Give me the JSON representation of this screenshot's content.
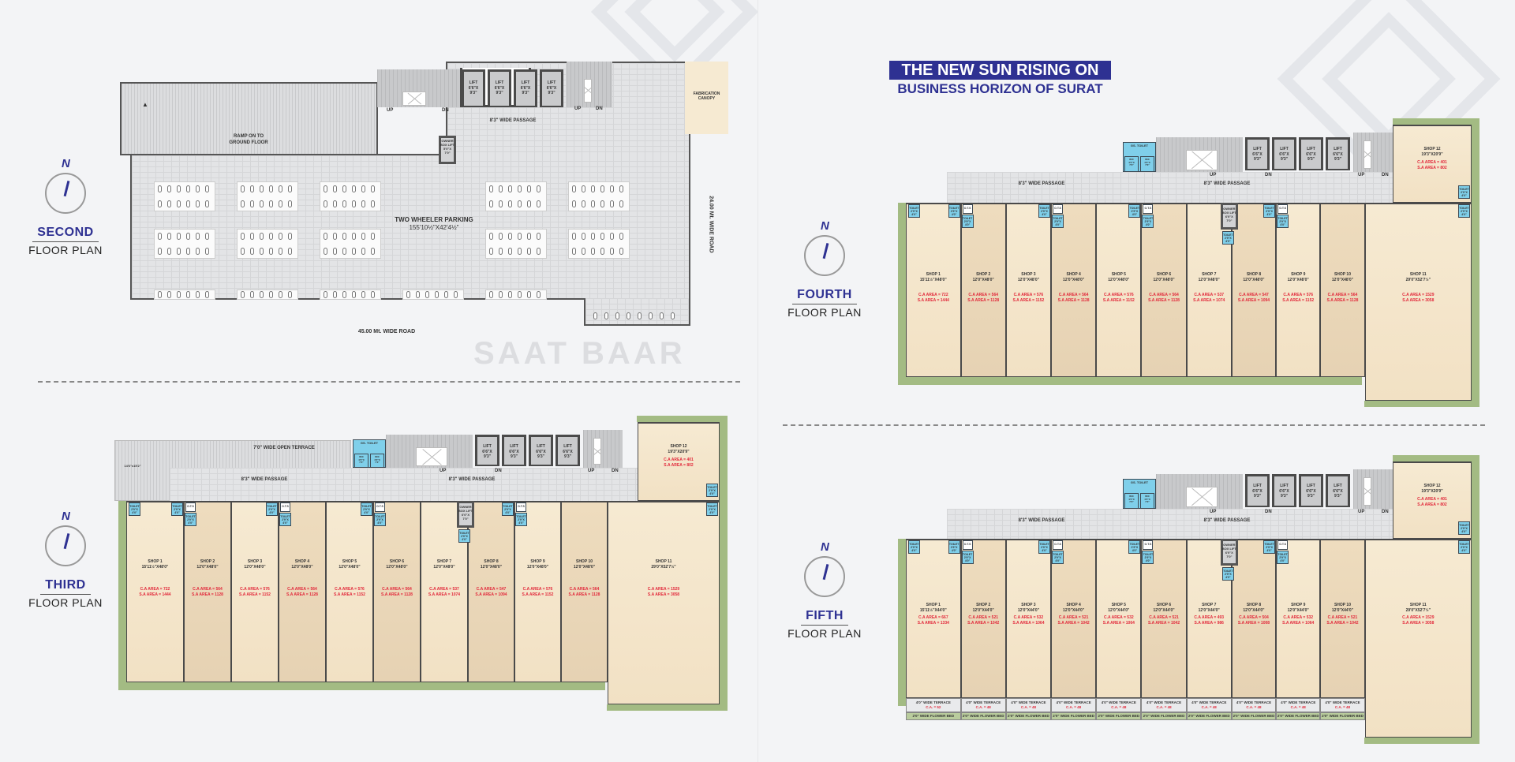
{
  "header": {
    "line1": "THE NEW SUN RISING ON",
    "line2": "BUSINESS HORIZON OF SURAT"
  },
  "colors": {
    "brand": "#2e3192",
    "area_text": "#e2293b",
    "toilet": "#7fcfea",
    "wall_green": "#a3bb83",
    "shop": "#f2e1c4"
  },
  "watermark": "SAAT BAAR",
  "common": {
    "compass": "N",
    "up": "UP",
    "dn": "DN",
    "lift_label": "LIFT",
    "lift_size": "6'6\"X\n9'3\"",
    "passage": "8'3\" WIDE PASSAGE",
    "toilet": "TOILET\n2'9\"X\n4'0\"",
    "ots": "O.T.S",
    "gs_toilet": "GS. TOILET",
    "wc": "W/C\n4'0\"X\n7'3\""
  },
  "second_floor": {
    "title": "SECOND",
    "subtitle": "FLOOR PLAN",
    "ramp_label": "RAMP ON TO\nGROUND FLOOR",
    "parking_label": "TWO WHEELER PARKING",
    "parking_size": "155'10½\"X42'4½\"",
    "owner_lift": "OWNER\nBOX LIFT\n5'0\"X\n7'0\"",
    "canopy": "FABRICATION\nCANOPY",
    "road_bottom": "45.00 Mt. WIDE ROAD",
    "road_right": "24.00 Mt. WIDE ROAD"
  },
  "third_floor": {
    "title": "THIRD",
    "subtitle": "FLOOR PLAN",
    "open_terrace": "7'0\" WIDE OPEN TERRACE",
    "terrace_size": "14'6\"x15'2\"",
    "owner_lift": "OWNER\nBOX LIFT\n6'0\"X\n7'0\"",
    "shop12": {
      "name": "SHOP 12",
      "size": "19'3\"X20'9\"",
      "ca": "C.A AREA = 401",
      "sa": "S.A AREA = 802"
    },
    "shops": [
      {
        "name": "SHOP 1",
        "size": "15'11½\"X48'0\"",
        "ca": "C.A AREA = 722",
        "sa": "S.A AREA = 1444"
      },
      {
        "name": "SHOP 2",
        "size": "12'0\"X48'0\"",
        "ca": "C.A AREA = 564",
        "sa": "S.A AREA = 1128"
      },
      {
        "name": "SHOP 3",
        "size": "12'0\"X48'0\"",
        "ca": "C.A AREA = 576",
        "sa": "S.A AREA = 1152"
      },
      {
        "name": "SHOP 4",
        "size": "12'0\"X48'0\"",
        "ca": "C.A AREA = 564",
        "sa": "S.A AREA = 1128"
      },
      {
        "name": "SHOP 5",
        "size": "12'0\"X48'0\"",
        "ca": "C.A AREA = 576",
        "sa": "S.A AREA = 1152"
      },
      {
        "name": "SHOP 6",
        "size": "12'0\"X48'0\"",
        "ca": "C.A AREA = 564",
        "sa": "S.A AREA = 1128"
      },
      {
        "name": "SHOP 7",
        "size": "12'0\"X48'0\"",
        "ca": "C.A AREA = 537",
        "sa": "S.A AREA = 1074"
      },
      {
        "name": "SHOP 8",
        "size": "12'0\"X48'0\"",
        "ca": "C.A AREA = 547",
        "sa": "S.A AREA = 1094"
      },
      {
        "name": "SHOP 9",
        "size": "12'0\"X48'0\"",
        "ca": "C.A AREA = 576",
        "sa": "S.A AREA = 1152"
      },
      {
        "name": "SHOP 10",
        "size": "12'0\"X48'0\"",
        "ca": "C.A AREA = 564",
        "sa": "S.A AREA = 1128"
      },
      {
        "name": "SHOP 11",
        "size": "29'0\"X52'7½\"",
        "ca": "C.A AREA = 1529",
        "sa": "S.A AREA = 3058"
      }
    ]
  },
  "fourth_floor": {
    "title": "FOURTH",
    "subtitle": "FLOOR PLAN",
    "owner_lift": "OWNER\nBOX LIFT\n6'0\"X\n7'0\"",
    "shop12": {
      "name": "SHOP 12",
      "size": "19'3\"X20'9\"",
      "ca": "C.A AREA = 401",
      "sa": "S.A AREA = 802"
    },
    "shops": [
      {
        "name": "SHOP 1",
        "size": "15'11½\"X48'0\"",
        "ca": "C.A AREA = 722",
        "sa": "S.A AREA = 1444"
      },
      {
        "name": "SHOP 2",
        "size": "12'0\"X48'0\"",
        "ca": "C.A AREA = 564",
        "sa": "S.A AREA = 1128"
      },
      {
        "name": "SHOP 3",
        "size": "12'0\"X48'0\"",
        "ca": "C.A AREA = 576",
        "sa": "S.A AREA = 1152"
      },
      {
        "name": "SHOP 4",
        "size": "12'0\"X48'0\"",
        "ca": "C.A AREA = 564",
        "sa": "S.A AREA = 1128"
      },
      {
        "name": "SHOP 5",
        "size": "12'0\"X48'0\"",
        "ca": "C.A AREA = 576",
        "sa": "S.A AREA = 1152"
      },
      {
        "name": "SHOP 6",
        "size": "12'0\"X48'0\"",
        "ca": "C.A AREA = 564",
        "sa": "S.A AREA = 1128"
      },
      {
        "name": "SHOP 7",
        "size": "12'0\"X48'0\"",
        "ca": "C.A AREA = 537",
        "sa": "S.A AREA = 1074"
      },
      {
        "name": "SHOP 8",
        "size": "12'0\"X48'0\"",
        "ca": "C.A AREA = 547",
        "sa": "S.A AREA = 1094"
      },
      {
        "name": "SHOP 9",
        "size": "12'0\"X48'0\"",
        "ca": "C.A AREA = 576",
        "sa": "S.A AREA = 1152"
      },
      {
        "name": "SHOP 10",
        "size": "12'0\"X48'0\"",
        "ca": "C.A AREA = 564",
        "sa": "S.A AREA = 1128"
      },
      {
        "name": "SHOP 11",
        "size": "29'0\"X52'7½\"",
        "ca": "C.A AREA = 1529",
        "sa": "S.A AREA = 3058"
      }
    ]
  },
  "fifth_floor": {
    "title": "FIFTH",
    "subtitle": "FLOOR PLAN",
    "owner_lift": "OWNER\nBOX LIFT\n6'0\"X\n7'0\"",
    "shop12": {
      "name": "SHOP 12",
      "size": "19'3\"X20'9\"",
      "ca": "C.A AREA = 401",
      "sa": "S.A AREA = 802"
    },
    "shops": [
      {
        "name": "SHOP 1",
        "size": "15'11½\"X44'0\"",
        "ca": "C.A AREA = 667",
        "sa": "S.A AREA = 1334"
      },
      {
        "name": "SHOP 2",
        "size": "12'0\"X44'0\"",
        "ca": "C.A AREA = 521",
        "sa": "S.A AREA = 1042"
      },
      {
        "name": "SHOP 3",
        "size": "12'0\"X44'0\"",
        "ca": "C.A AREA = 532",
        "sa": "S.A AREA = 1064"
      },
      {
        "name": "SHOP 4",
        "size": "12'0\"X44'0\"",
        "ca": "C.A AREA = 521",
        "sa": "S.A AREA = 1042"
      },
      {
        "name": "SHOP 5",
        "size": "12'0\"X44'0\"",
        "ca": "C.A AREA = 532",
        "sa": "S.A AREA = 1064"
      },
      {
        "name": "SHOP 6",
        "size": "12'0\"X44'0\"",
        "ca": "C.A AREA = 521",
        "sa": "S.A AREA = 1042"
      },
      {
        "name": "SHOP 7",
        "size": "12'0\"X44'0\"",
        "ca": "C.A AREA = 493",
        "sa": "S.A AREA = 986"
      },
      {
        "name": "SHOP 8",
        "size": "12'0\"X44'0\"",
        "ca": "C.A AREA = 504",
        "sa": "S.A AREA = 1008"
      },
      {
        "name": "SHOP 9",
        "size": "12'0\"X44'0\"",
        "ca": "C.A AREA = 532",
        "sa": "S.A AREA = 1064"
      },
      {
        "name": "SHOP 10",
        "size": "12'0\"X44'0\"",
        "ca": "C.A AREA = 521",
        "sa": "S.A AREA = 1042"
      },
      {
        "name": "SHOP 11",
        "size": "29'0\"X52'7½\"",
        "ca": "C.A AREA = 1529",
        "sa": "S.A AREA = 3058"
      }
    ],
    "terraces": [
      {
        "label": "4'0\" WIDE TERRACE",
        "ca": "C.A. = 52"
      },
      {
        "label": "4'0\" WIDE TERRACE",
        "ca": "C.A. = 48"
      },
      {
        "label": "4'0\" WIDE TERRACE",
        "ca": "C.A. = 48"
      },
      {
        "label": "4'0\" WIDE TERRACE",
        "ca": "C.A. = 48"
      },
      {
        "label": "4'0\" WIDE TERRACE",
        "ca": "C.A. = 48"
      },
      {
        "label": "4'0\" WIDE TERRACE",
        "ca": "C.A. = 48"
      },
      {
        "label": "4'0\" WIDE TERRACE",
        "ca": "C.A. = 48"
      },
      {
        "label": "4'0\" WIDE TERRACE",
        "ca": "C.A. = 48"
      },
      {
        "label": "4'0\" WIDE TERRACE",
        "ca": "C.A. = 48"
      },
      {
        "label": "4'0\" WIDE TERRACE",
        "ca": "C.A. = 48"
      }
    ],
    "flower_bed": "2'0\" WIDE FLOWER BED"
  }
}
